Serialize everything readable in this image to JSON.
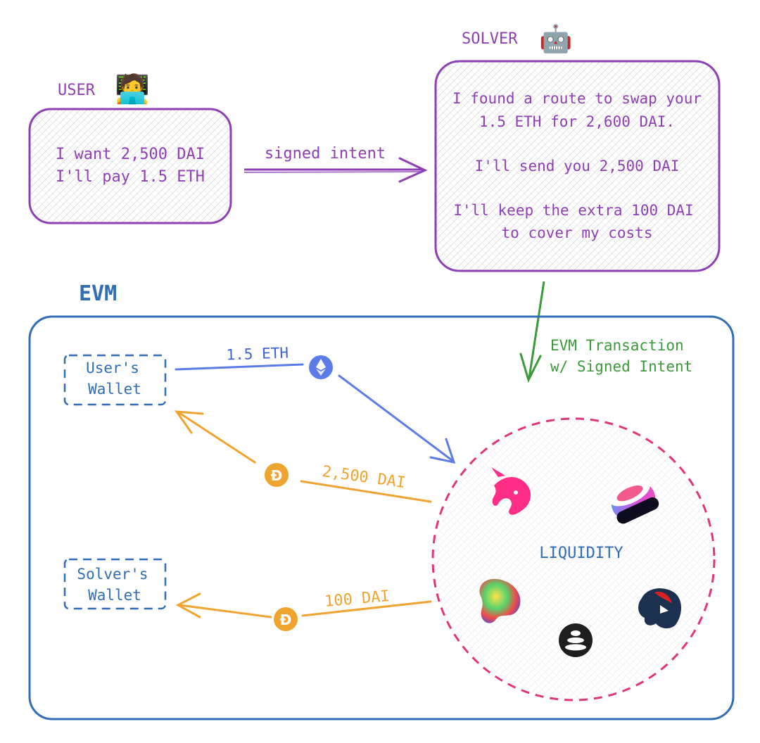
{
  "user": {
    "label": "USER",
    "emoji": "🧑‍💻",
    "line1": "I want 2,500 DAI",
    "line2": "I'll pay 1.5 ETH"
  },
  "solver": {
    "label": "SOLVER",
    "emoji": "🤖",
    "line1": "I found a route to swap your",
    "line2": "1.5 ETH for 2,600 DAI.",
    "line3": "I'll send you 2,500 DAI",
    "line4": "I'll keep the extra 100 DAI",
    "line5": "to cover my costs"
  },
  "intent_arrow": {
    "label": "signed intent"
  },
  "evm": {
    "title": "EVM",
    "transaction_line1": "EVM Transaction",
    "transaction_line2": "w/ Signed Intent",
    "user_wallet_line1": "User's",
    "user_wallet_line2": "Wallet",
    "solver_wallet_line1": "Solver's",
    "solver_wallet_line2": "Wallet",
    "eth_flow_label": "1.5 ETH",
    "dai_user_label": "2,500 DAI",
    "dai_solver_label": "100 DAI",
    "liquidity_label": "LIQUIDITY",
    "dai_symbol": "Đ"
  },
  "colors": {
    "purple": "#8e3fb3",
    "blue": "#2f6db5",
    "green": "#3a9a3a",
    "orange": "#f0a430",
    "eth_blue": "#5b7be6",
    "pink": "#e0357a"
  }
}
